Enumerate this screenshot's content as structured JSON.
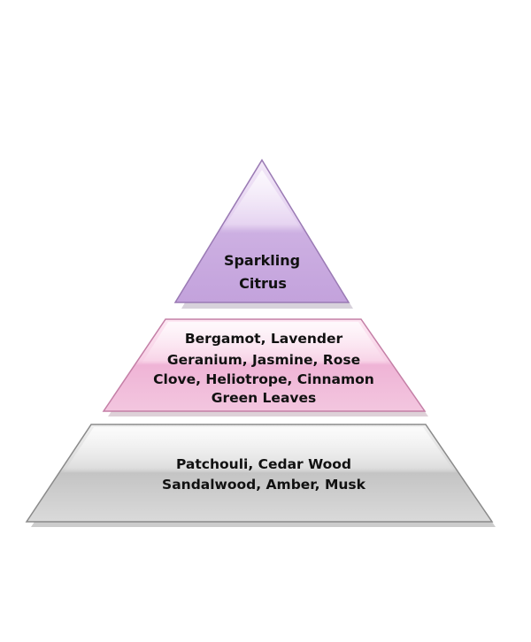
{
  "pyramid": {
    "tiers": [
      {
        "id": "top",
        "lines": [
          "Sparkling",
          "Citrus"
        ],
        "colors": {
          "light": "#efe2f6",
          "mid": "#d8bfe9",
          "dark": "#bb97d6",
          "edge": "#9b79b6"
        }
      },
      {
        "id": "middle",
        "lines": [
          "Bergamot, Lavender",
          "Geranium, Jasmine, Rose",
          "Clove, Heliotrope, Cinnamon",
          "Green Leaves"
        ],
        "colors": {
          "light": "#fbe1ef",
          "mid": "#f4c3de",
          "dark": "#e89bc8",
          "edge": "#c77aa5"
        }
      },
      {
        "id": "base",
        "lines": [
          "Patchouli, Cedar Wood",
          "Sandalwood, Amber, Musk"
        ],
        "colors": {
          "light": "#f2f2f2",
          "mid": "#d6d6d6",
          "dark": "#b2b2b2",
          "edge": "#8a8a8a"
        }
      }
    ]
  }
}
